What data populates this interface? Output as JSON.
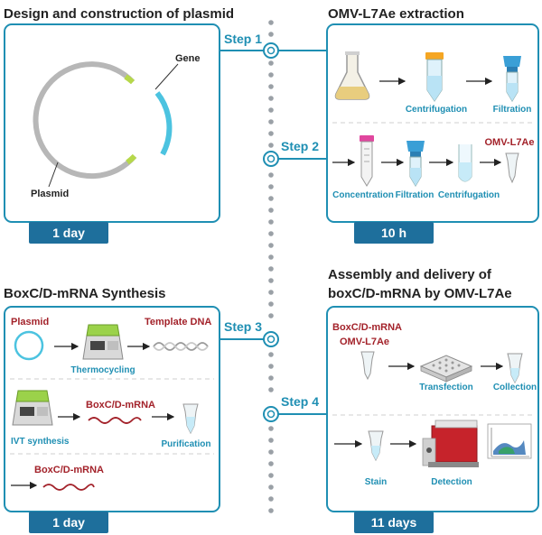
{
  "panels": {
    "plasmid": {
      "title": "Design and construction of plasmid",
      "gene_label": "Gene",
      "plasmid_label": "Plasmid",
      "duration": "1 day"
    },
    "extraction": {
      "title": "OMV-L7Ae extraction",
      "row1": {
        "centrifugation": "Centrifugation",
        "filtration": "Filtration"
      },
      "row2": {
        "concentration": "Concentration",
        "filtration": "Filtration",
        "centrifugation": "Centrifugation",
        "product": "OMV-L7Ae"
      },
      "duration": "10 h"
    },
    "synthesis": {
      "title": "BoxC/D-mRNA Synthesis",
      "plasmid_label": "Plasmid",
      "thermocycling": "Thermocycling",
      "template_dna": "Template DNA",
      "ivt_synthesis": "IVT synthesis",
      "boxcd_mrna": "BoxC/D-mRNA",
      "purification": "Purification",
      "boxcd_mrna_bottom": "BoxC/D-mRNA",
      "duration": "1 day"
    },
    "assembly": {
      "title_line1": "Assembly and delivery of",
      "title_line2": "boxC/D-mRNA by OMV-L7Ae",
      "boxcd_mrna": "BoxC/D-mRNA",
      "omv_l7ae": "OMV-L7Ae",
      "transfection": "Transfection",
      "collection": "Collection",
      "stain": "Stain",
      "detection": "Detection",
      "duration": "11 days"
    }
  },
  "steps": [
    "Step 1",
    "Step 2",
    "Step 3",
    "Step 4"
  ],
  "colors": {
    "accent": "#1f8fb3",
    "badge": "#1e6f9c",
    "red_label": "#a3222a",
    "blue_label": "#1f8fb3",
    "gene": "#4cc3e0",
    "backbone": "#b7b7b7",
    "marker": "#b6d84a"
  }
}
